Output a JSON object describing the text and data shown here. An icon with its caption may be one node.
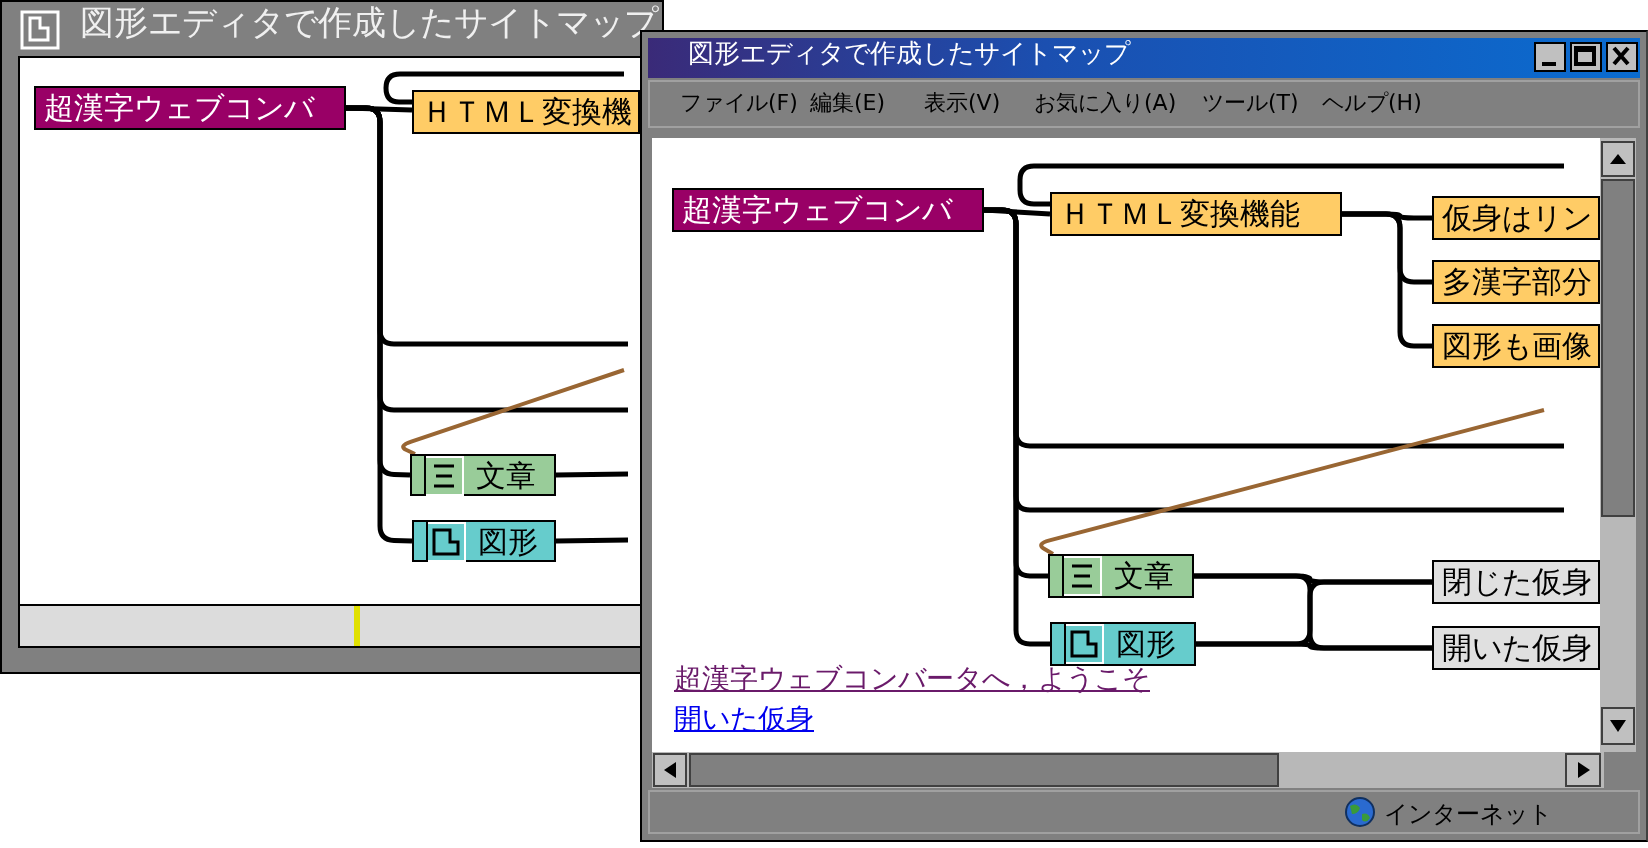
{
  "diagram": {
    "nodes": [
      {
        "text": [
          "超漢字ウェブコンバ"
        ]
      },
      {
        "text": [
          "ＨＴＭＬ変換機"
        ]
      },
      {
        "text": [
          "文章"
        ]
      },
      {
        "text": [
          "図形"
        ]
      },
      {
        "text": [
          "超漢字ウェブコンバ"
        ]
      },
      {
        "text": [
          "ＨＴＭＬ変換機能"
        ]
      },
      {
        "text": [
          "仮身はリン"
        ]
      },
      {
        "text": [
          "多漢字部分"
        ]
      },
      {
        "text": [
          "図形も画像"
        ]
      },
      {
        "text": [
          "文章"
        ]
      },
      {
        "text": [
          "図形"
        ]
      },
      {
        "text": [
          "閉じた仮身"
        ]
      },
      {
        "text": [
          "開いた仮身"
        ]
      }
    ],
    "edges": [
      {
        "from": 0,
        "to": 1,
        "arrow": "none"
      },
      {
        "from": 0,
        "to": 2,
        "arrow": "none"
      },
      {
        "from": 0,
        "to": 3,
        "arrow": "none"
      },
      {
        "from": 0,
        "to": null,
        "arrow": "none"
      },
      {
        "from": 0,
        "to": null,
        "arrow": "none"
      },
      {
        "from": 1,
        "to": null,
        "arrow": "none"
      },
      {
        "from": 2,
        "to": null,
        "arrow": "none"
      },
      {
        "from": 3,
        "to": null,
        "arrow": "none"
      },
      {
        "from": 2,
        "to": null,
        "arrow": "none",
        "color": "#996633"
      },
      {
        "from": 4,
        "to": 5,
        "arrow": "none"
      },
      {
        "from": 4,
        "to": 9,
        "arrow": "none"
      },
      {
        "from": 4,
        "to": 10,
        "arrow": "none"
      },
      {
        "from": 4,
        "to": null,
        "arrow": "none"
      },
      {
        "from": 4,
        "to": null,
        "arrow": "none"
      },
      {
        "from": 5,
        "to": null,
        "arrow": "none"
      },
      {
        "from": 5,
        "to": 6,
        "arrow": "none"
      },
      {
        "from": 5,
        "to": 7,
        "arrow": "none"
      },
      {
        "from": 5,
        "to": 8,
        "arrow": "none"
      },
      {
        "from": 9,
        "to": 11,
        "arrow": "none"
      },
      {
        "from": 9,
        "to": 12,
        "arrow": "none"
      },
      {
        "from": 10,
        "to": 11,
        "arrow": "none"
      },
      {
        "from": 10,
        "to": 12,
        "arrow": "none"
      },
      {
        "from": 9,
        "to": null,
        "arrow": "none",
        "color": "#996633"
      }
    ],
    "labels": [
      "図形エディタで作成したサイトマップ",
      "図形エディタで作成したサイトマップ",
      "ファイル(F)",
      "編集(E)",
      "表示(V)",
      "お気に入り(A)",
      "ツール(T)",
      "ヘルプ(H)",
      "超漢字ウェブコンバータへ，ようこそ",
      "開いた仮身",
      "インターネット"
    ]
  }
}
